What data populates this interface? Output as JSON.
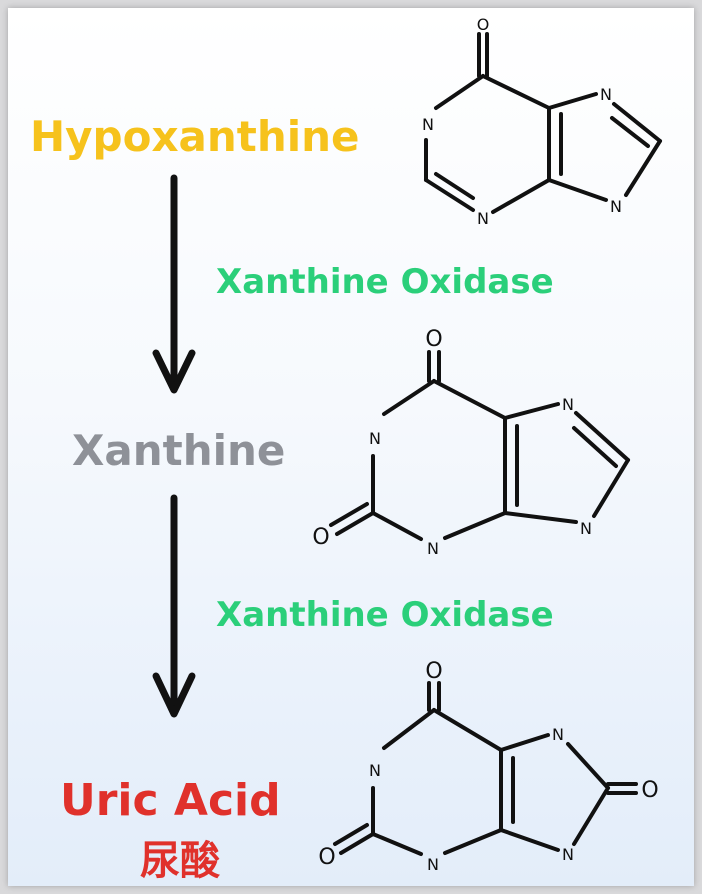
{
  "colors": {
    "hypoxanthine": "#f6c21c",
    "enzyme": "#2bcf7a",
    "xanthine": "#8e9198",
    "uric_acid": "#e0312b"
  },
  "steps": {
    "hypoxanthine": "Hypoxanthine",
    "enzyme1": "Xanthine Oxidase",
    "xanthine": "Xanthine",
    "enzyme2": "Xanthine Oxidase",
    "uric_acid": "Uric Acid",
    "uric_acid_cn": "尿酸"
  },
  "atoms": {
    "nitrogen": "N",
    "oxygen": "O"
  }
}
